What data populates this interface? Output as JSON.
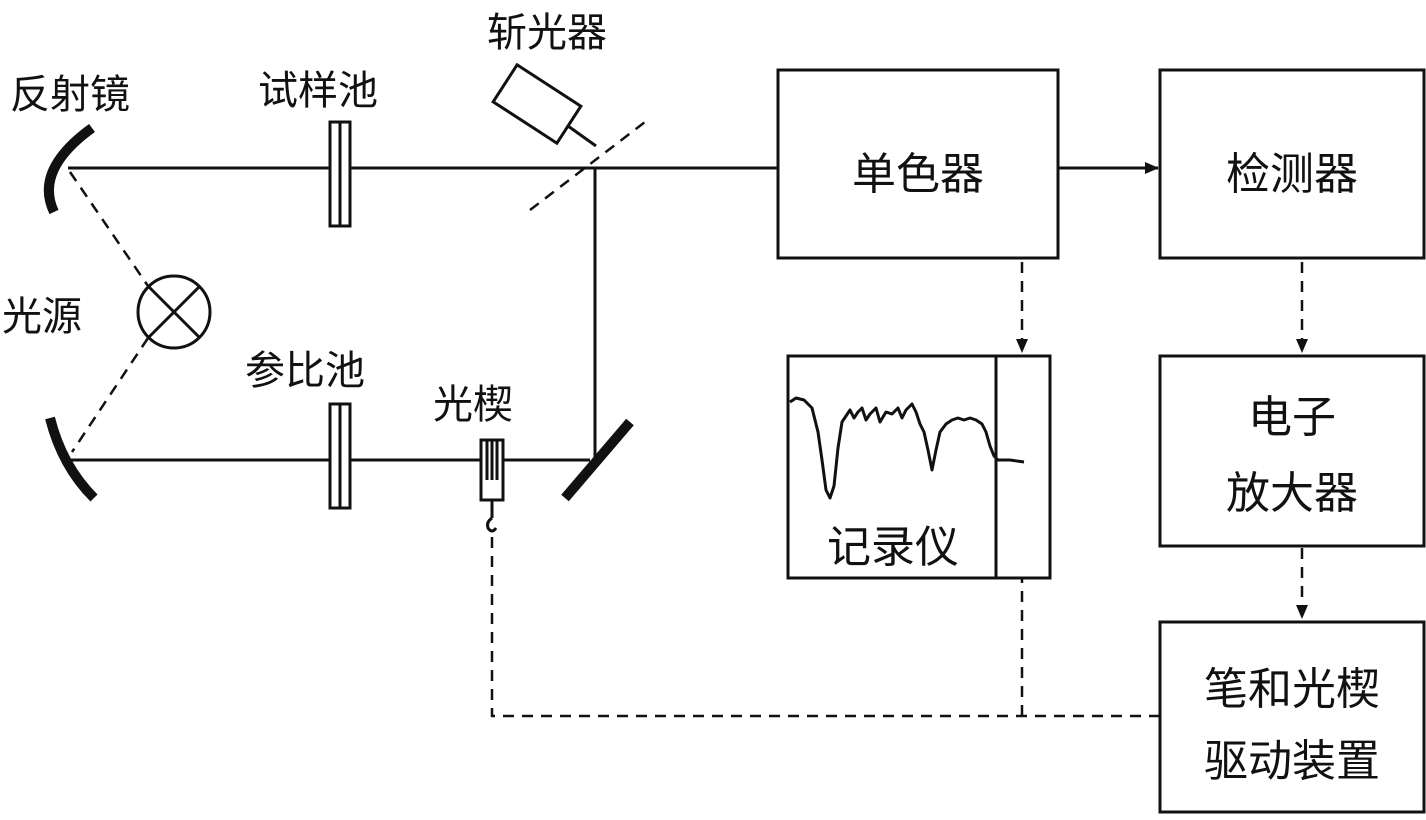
{
  "labels": {
    "mirror": "反射镜",
    "sample_cell": "试样池",
    "chopper": "斩光器",
    "light_source": "光源",
    "reference_cell": "参比池",
    "optical_wedge": "光楔",
    "monochromator": "单色器",
    "detector": "检测器",
    "recorder": "记录仪",
    "amplifier_line1": "电子",
    "amplifier_line2": "放大器",
    "drive_line1": "笔和光楔",
    "drive_line2": "驱动装置"
  },
  "colors": {
    "ink": "#111111",
    "background": "#ffffff"
  }
}
